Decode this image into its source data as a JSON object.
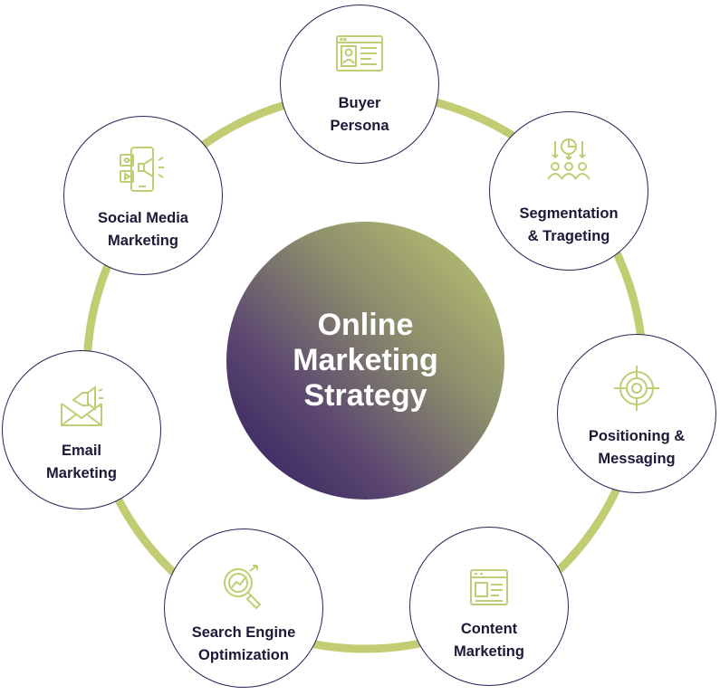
{
  "center": {
    "lines": [
      "Online",
      "Marketing",
      "Strategy"
    ]
  },
  "colors": {
    "ring": "#c2cc72",
    "icon": "#c2cc72",
    "node_border": "#2b2257",
    "text": "#1d1838"
  },
  "nodes": [
    {
      "id": "buyer-persona",
      "icon": "profile-card-icon",
      "lines": [
        "Buyer",
        "Persona"
      ]
    },
    {
      "id": "segmentation",
      "icon": "segmentation-icon",
      "lines": [
        "Segmentation",
        "& Trageting"
      ]
    },
    {
      "id": "positioning",
      "icon": "target-icon",
      "lines": [
        "Positioning &",
        "Messaging"
      ]
    },
    {
      "id": "content-marketing",
      "icon": "web-content-icon",
      "lines": [
        "Content",
        "Marketing"
      ]
    },
    {
      "id": "seo",
      "icon": "seo-magnifier-icon",
      "lines": [
        "Search Engine",
        "Optimization"
      ]
    },
    {
      "id": "email-marketing",
      "icon": "email-megaphone-icon",
      "lines": [
        "Email",
        "Marketing"
      ]
    },
    {
      "id": "social-media",
      "icon": "social-media-megaphone-icon",
      "lines": [
        "Social Media",
        "Marketing"
      ]
    }
  ]
}
